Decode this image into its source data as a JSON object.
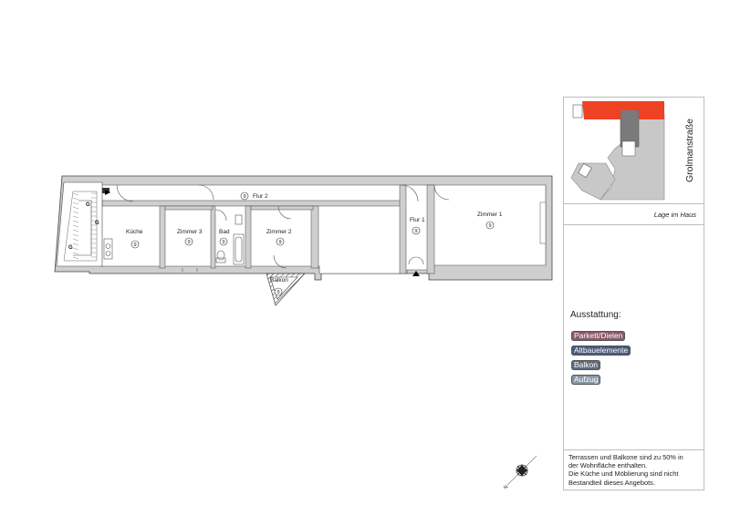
{
  "floorplan": {
    "rooms": [
      {
        "key": "kueche",
        "label": "Küche",
        "number": "9"
      },
      {
        "key": "zimmer3",
        "label": "Zimmer 3",
        "number": "9"
      },
      {
        "key": "bad",
        "label": "Bad",
        "number": "9"
      },
      {
        "key": "zimmer2",
        "label": "Zimmer 2",
        "number": "9"
      },
      {
        "key": "flur2",
        "label": "Flur 2",
        "number": "9"
      },
      {
        "key": "flur1",
        "label": "Flur 1",
        "number": "9"
      },
      {
        "key": "zimmer1",
        "label": "Zimmer 1",
        "number": "9"
      },
      {
        "key": "balkon",
        "label": "Balkon",
        "number": "9"
      }
    ],
    "stair_labels": [
      "G",
      "G",
      "G"
    ],
    "compass_label": "N"
  },
  "location_panel": {
    "street_name": "Grolmanstraße",
    "caption": "Lage im Haus",
    "colors": {
      "highlight": "#ef4123",
      "building": "#c8c8c8",
      "stair_core": "#7a7a7a"
    }
  },
  "features": {
    "title": "Ausstattung:",
    "items": [
      {
        "label": "Parkett/Dielen",
        "color": "#8a5a66"
      },
      {
        "label": "Altbauelemente",
        "color": "#4a5a7a"
      },
      {
        "label": "Balkon",
        "color": "#5f6b7c"
      },
      {
        "label": "Aufzug",
        "color": "#8796a6"
      }
    ]
  },
  "note_lines": [
    "Terrassen und Balkone sind zu 50% in",
    "der Wohnfläche enthalten.",
    "Die Küche und Möblierung sind nicht",
    "Bestandteil dieses Angebots."
  ]
}
